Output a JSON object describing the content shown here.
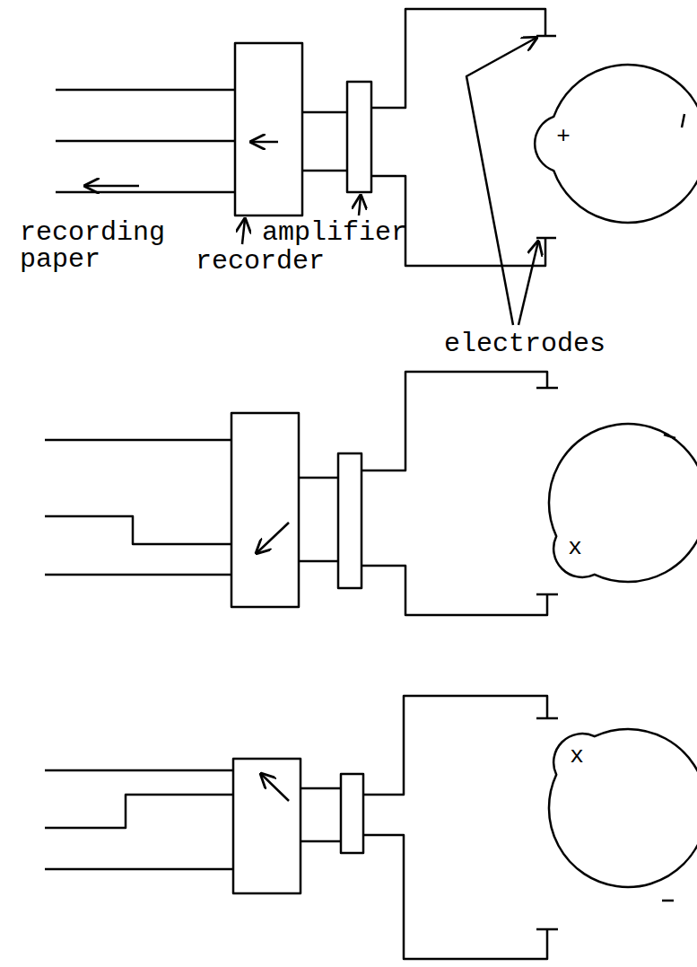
{
  "diagram": {
    "labels": [
      "recording paper",
      "recorder",
      "amplifier",
      "electrodes",
      "+",
      "x",
      "x"
    ]
  }
}
